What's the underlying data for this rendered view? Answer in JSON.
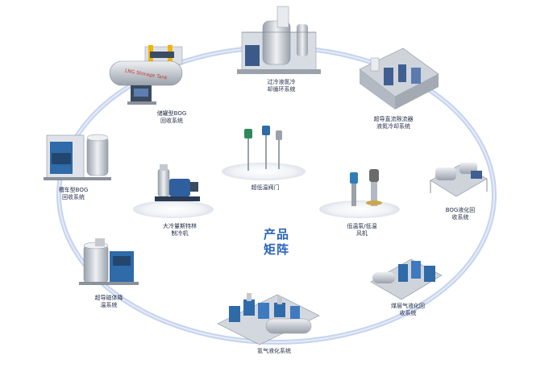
{
  "center_title": "产品\n矩阵",
  "colors": {
    "ring": "#b9c9ea",
    "accent": "#2a64b8",
    "metal": "#c9ced6",
    "blue": "#2d5da8",
    "teal": "#3a8ca3"
  },
  "products": {
    "ring_storage_bog": "储罐型BOG\n回收系统",
    "ring_subcooled_ln2": "过冷液氮冷\n却循环系统",
    "ring_sc_limiter": "超导直流限流器\n液氮冷却系统",
    "ring_bog_liquefaction": "BOG液化回\n收系统",
    "ring_coalbed_gas": "煤层气液化回\n收系统",
    "ring_hydrogen": "氢气液化系统",
    "ring_sc_magnet": "超导磁体降\n温系统",
    "ring_tanker_bog": "槽车型BOG\n回收系统",
    "inner_valve": "超低温阀门",
    "inner_stirling": "大冷量斯特林\n制冷机",
    "inner_pump_fan": "低温泵/低温\n风机"
  },
  "equipment_text": {
    "lng_tank": "LNG Storage Tank"
  }
}
